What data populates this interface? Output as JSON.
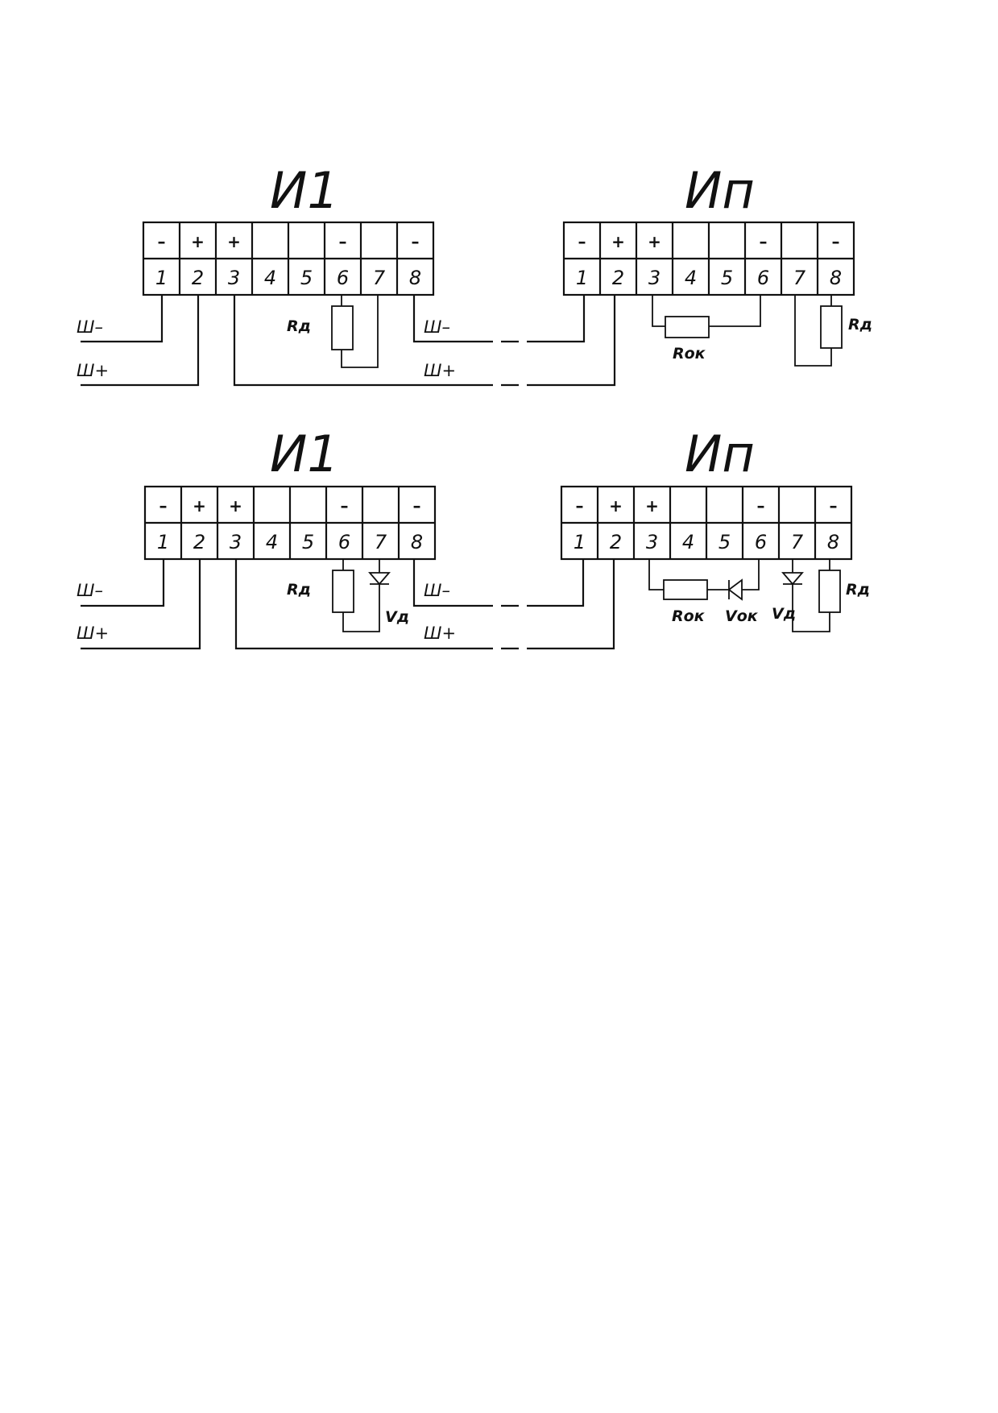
{
  "panel_top": {
    "left_block": {
      "title": "И1",
      "signs": [
        "–",
        "+",
        "+",
        "",
        "",
        "–",
        "",
        "–"
      ],
      "numbers": [
        "1",
        "2",
        "3",
        "4",
        "5",
        "6",
        "7",
        "8"
      ]
    },
    "right_block": {
      "title": "Ип",
      "signs": [
        "–",
        "+",
        "+",
        "",
        "",
        "–",
        "",
        "–"
      ],
      "numbers": [
        "1",
        "2",
        "3",
        "4",
        "5",
        "6",
        "7",
        "8"
      ]
    },
    "labels": {
      "sh_minus_in": "Ш–",
      "sh_plus_in": "Ш+",
      "sh_minus_link": "Ш–",
      "sh_plus_link": "Ш+",
      "rd_left": "Rд",
      "rok": "Rок",
      "rd_right": "Rд"
    }
  },
  "panel_bottom": {
    "left_block": {
      "title": "И1",
      "signs": [
        "–",
        "+",
        "+",
        "",
        "",
        "–",
        "",
        "–"
      ],
      "numbers": [
        "1",
        "2",
        "3",
        "4",
        "5",
        "6",
        "7",
        "8"
      ]
    },
    "right_block": {
      "title": "Ип",
      "signs": [
        "–",
        "+",
        "+",
        "",
        "",
        "–",
        "",
        "–"
      ],
      "numbers": [
        "1",
        "2",
        "3",
        "4",
        "5",
        "6",
        "7",
        "8"
      ]
    },
    "labels": {
      "sh_minus_in": "Ш–",
      "sh_plus_in": "Ш+",
      "sh_minus_link": "Ш–",
      "sh_plus_link": "Ш+",
      "rd_left": "Rд",
      "vd_left": "Vд",
      "rok": "Rок",
      "vok": "Vок",
      "vd_right": "Vд",
      "rd_right": "Rд"
    }
  }
}
